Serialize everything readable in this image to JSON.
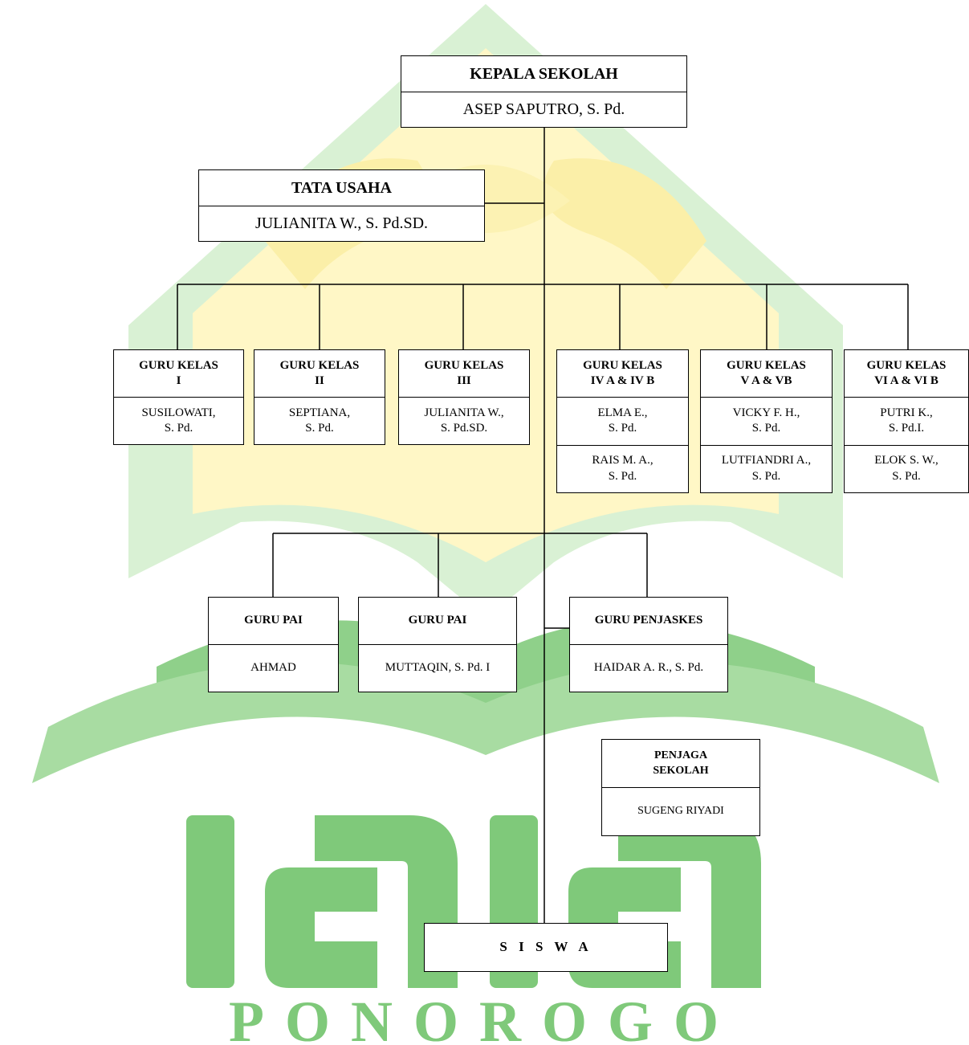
{
  "watermark": {
    "text": "PONOROGO",
    "logo": "iain-ponorogo-logo",
    "colors": {
      "green": "#7fc97a",
      "yellow": "#fff29a",
      "light_green": "#cfeccb"
    }
  },
  "org": {
    "kepala": {
      "title": "KEPALA SEKOLAH",
      "name": "ASEP SAPUTRO, S. Pd."
    },
    "tata_usaha": {
      "title": "TATA USAHA",
      "name": "JULIANITA W., S. Pd.SD."
    },
    "kelas": [
      {
        "title": "GURU KELAS\nI",
        "names": [
          "SUSILOWATI,\nS. Pd."
        ]
      },
      {
        "title": "GURU KELAS\nII",
        "names": [
          "SEPTIANA,\nS. Pd."
        ]
      },
      {
        "title": "GURU KELAS\nIII",
        "names": [
          "JULIANITA W.,\nS. Pd.SD."
        ]
      },
      {
        "title": "GURU KELAS\nIV A & IV B",
        "names": [
          "ELMA E.,\nS. Pd.",
          "RAIS M. A.,\nS. Pd."
        ]
      },
      {
        "title": "GURU KELAS\nV A & VB",
        "names": [
          "VICKY F. H.,\nS. Pd.",
          "LUTFIANDRI A.,\nS. Pd."
        ]
      },
      {
        "title": "GURU KELAS\nVI A & VI B",
        "names": [
          "PUTRI K.,\nS. Pd.I.",
          "ELOK S. W.,\nS. Pd."
        ]
      }
    ],
    "pai1": {
      "title": "GURU PAI",
      "name": "AHMAD"
    },
    "pai2": {
      "title": "GURU PAI",
      "name": "MUTTAQIN, S. Pd. I"
    },
    "penjaskes": {
      "title": "GURU PENJASKES",
      "name": "HAIDAR A. R., S. Pd."
    },
    "penjaga": {
      "title": "PENJAGA\nSEKOLAH",
      "name": "SUGENG RIYADI"
    },
    "siswa": {
      "title": "S I S W A"
    }
  }
}
